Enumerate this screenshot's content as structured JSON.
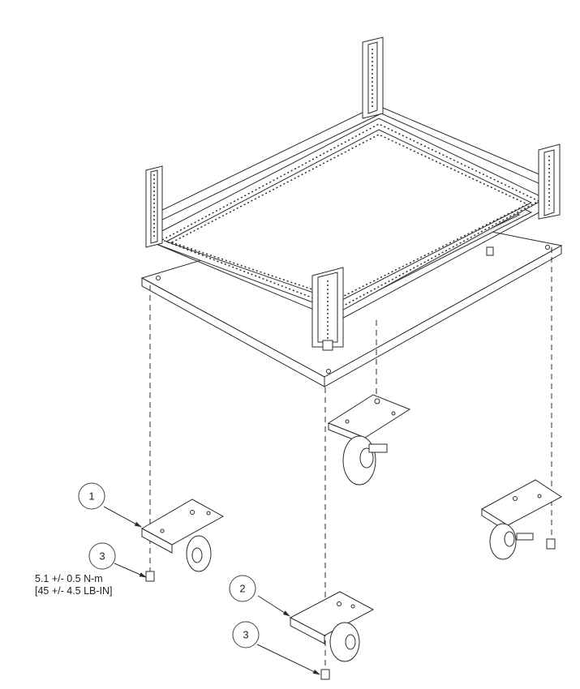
{
  "callouts": [
    {
      "id": "callout-1",
      "number": "1"
    },
    {
      "id": "callout-2",
      "number": "2"
    },
    {
      "id": "callout-3a",
      "number": "3"
    },
    {
      "id": "callout-3b",
      "number": "3"
    }
  ],
  "torque_note": {
    "metric": "5.1 +/- 0.5 N-m",
    "imperial": "[45 +/- 4.5 LB-IN]"
  }
}
